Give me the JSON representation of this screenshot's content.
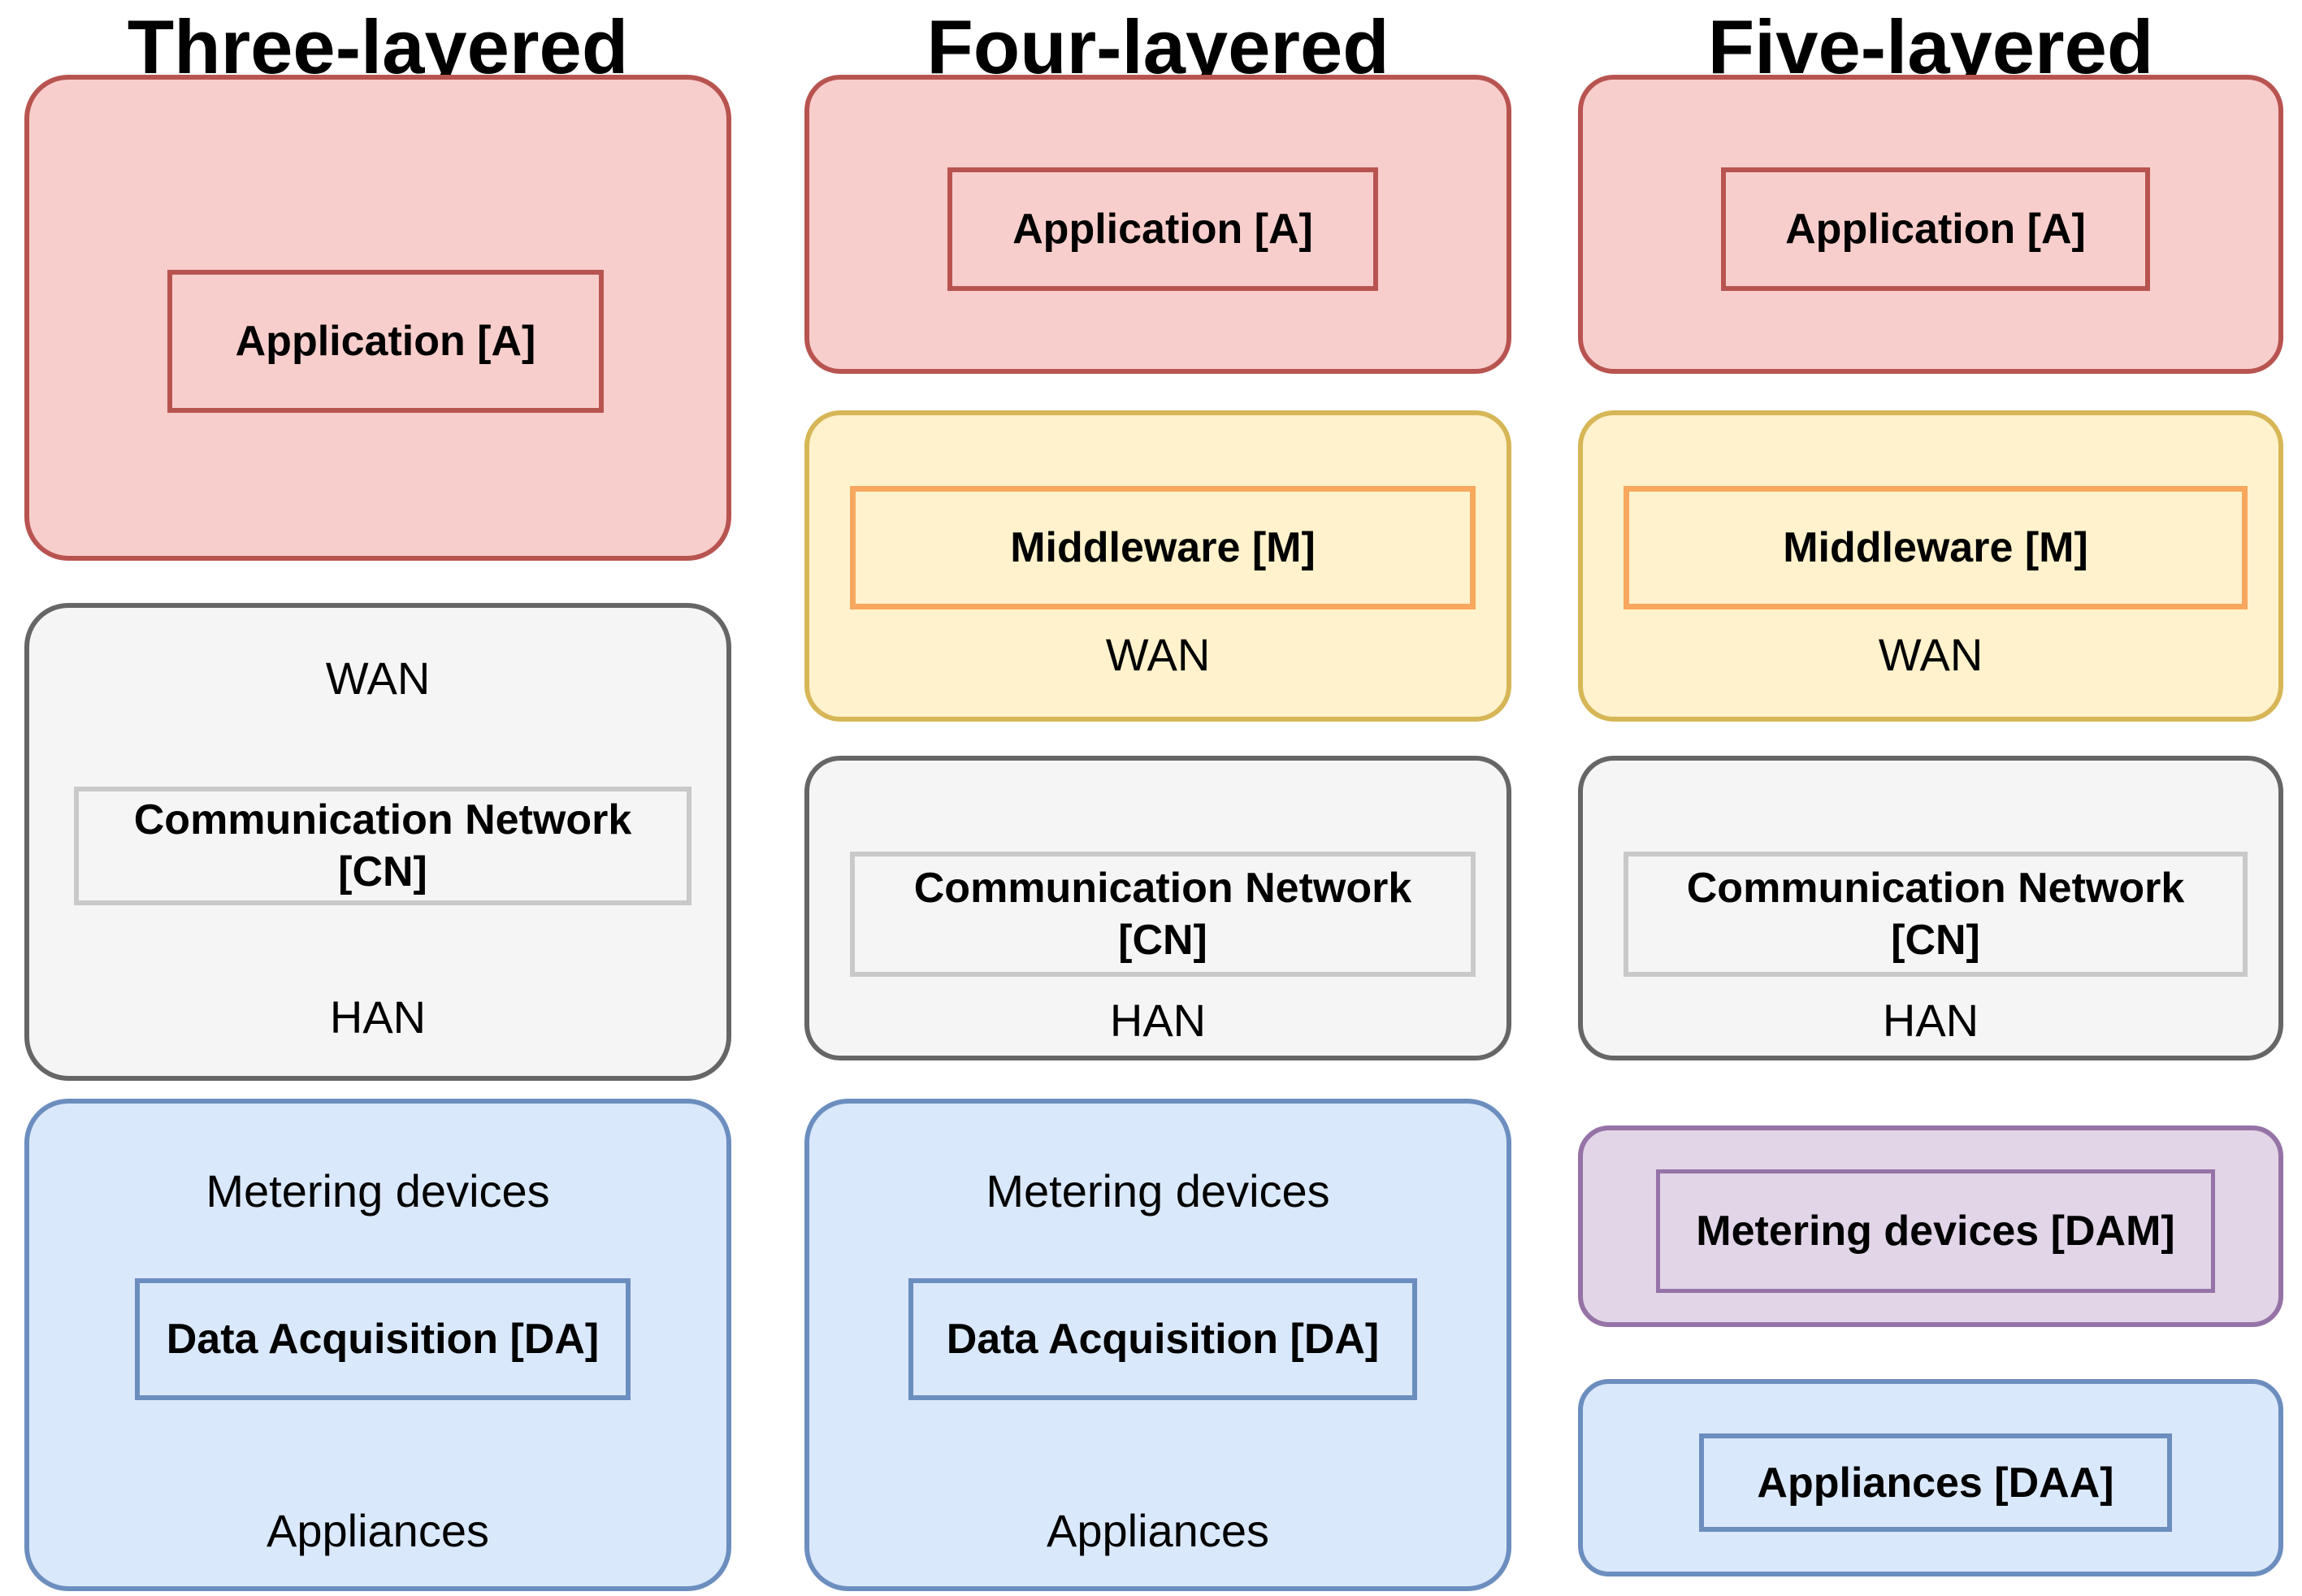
{
  "col1": {
    "title": "Three-layered",
    "application": {
      "label": "Application [A]"
    },
    "network": {
      "wan": "WAN",
      "line1": "Communication Network",
      "line2": "[CN]",
      "han": "HAN"
    },
    "data": {
      "top": "Metering devices",
      "label": "Data Acquisition [DA]",
      "bottom": "Appliances"
    }
  },
  "col2": {
    "title": "Four-layered",
    "application": {
      "label": "Application [A]"
    },
    "middleware": {
      "label": "Middleware [M]",
      "wan": "WAN"
    },
    "network": {
      "line1": "Communication Network",
      "line2": "[CN]",
      "han": "HAN"
    },
    "data": {
      "top": "Metering devices",
      "label": "Data Acquisition [DA]",
      "bottom": "Appliances"
    }
  },
  "col3": {
    "title": "Five-layered",
    "application": {
      "label": "Application [A]"
    },
    "middleware": {
      "label": "Middleware [M]",
      "wan": "WAN"
    },
    "network": {
      "line1": "Communication Network",
      "line2": "[CN]",
      "han": "HAN"
    },
    "metering": {
      "label": "Metering devices [DAM]"
    },
    "appliances": {
      "label": "Appliances [DAA]"
    }
  },
  "colors": {
    "red_fill": "#f8cecc",
    "red_stroke": "#b85450",
    "yellow_fill": "#fff2cc",
    "yellow_stroke": "#d6b656",
    "orange_stroke": "#f7a85e",
    "grey_fill": "#f5f5f5",
    "grey_stroke": "#666666",
    "grey_inner_stroke": "#c9c9c9",
    "blue_fill": "#dae8fc",
    "blue_stroke": "#6c8ebf",
    "purple_fill": "#e1d5e7",
    "purple_stroke": "#9673a6",
    "text": "#000000",
    "background": "#ffffff"
  }
}
